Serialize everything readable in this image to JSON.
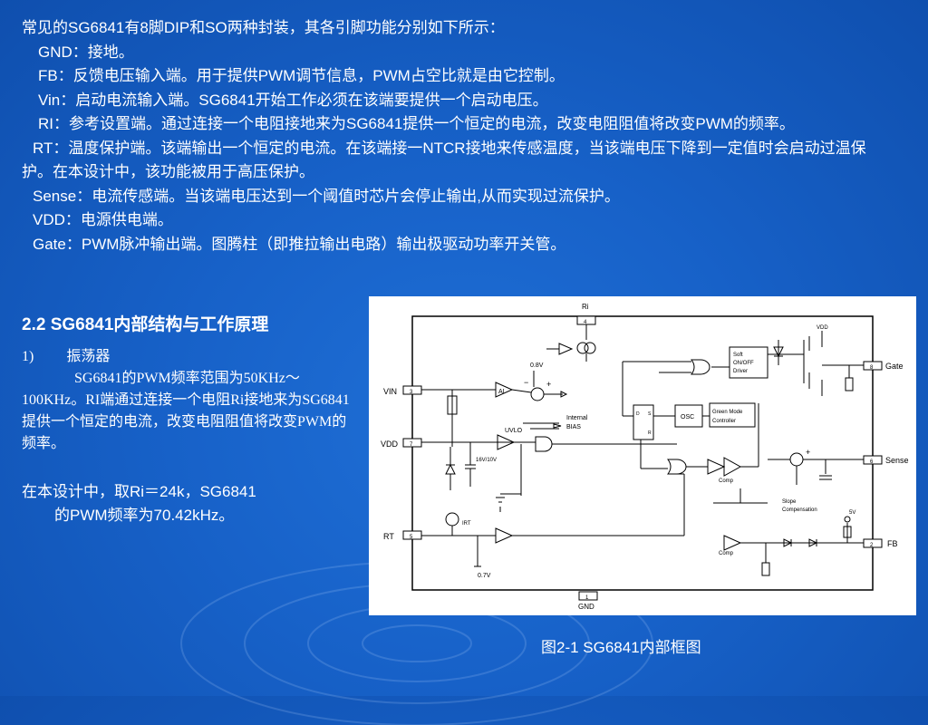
{
  "intro": {
    "line1": "常见的SG6841有8脚DIP和SO两种封装，其各引脚功能分别如下所示：",
    "gnd": "GND：接地。",
    "fb": "FB：反馈电压输入端。用于提供PWM调节信息，PWM占空比就是由它控制。",
    "vin": "Vin：启动电流输入端。SG6841开始工作必须在该端要提供一个启动电压。",
    "ri": "RI：参考设置端。通过连接一个电阻接地来为SG6841提供一个恒定的电流，改变电阻阻值将改变PWM的频率。",
    "rt": "RT：温度保护端。该端输出一个恒定的电流。在该端接一NTCR接地来传感温度，当该端电压下降到一定值时会启动过温保护。在本设计中，该功能被用于高压保护。",
    "sense": "Sense：电流传感端。当该端电压达到一个阈值时芯片会停止输出,从而实现过流保护。",
    "vdd": "VDD：电源供电端。",
    "gate": "Gate：PWM脉冲输出端。图腾柱（即推拉输出电路）输出极驱动功率开关管。"
  },
  "section": {
    "title": "2.2  SG6841内部结构与工作原理"
  },
  "oscillator": {
    "number": "1)",
    "heading": "振荡器",
    "body": "SG6841的PWM频率范围为50KHz～100KHz。RI端通过连接一个电阻Ri接地来为SG6841提供一个恒定的电流，改变电阻阻值将改变PWM的频率。"
  },
  "note": {
    "line1": "在本设计中，取Ri＝24k，SG6841",
    "line2": "的PWM频率为70.42kHz。"
  },
  "diagram": {
    "pins": {
      "ri_label": "Ri",
      "ri_num": "4",
      "vin_label": "VIN",
      "vin_num": "3",
      "vdd_label": "VDD",
      "vdd_num": "7",
      "rt_label": "RT",
      "rt_num": "5",
      "gate_label": "Gate",
      "gate_num": "8",
      "sense_label": "Sense",
      "sense_num": "6",
      "fb_label": "FB",
      "fb_num": "2",
      "gnd_label": "GND",
      "gnd_num": "1"
    },
    "labels": {
      "v08": "0.8V",
      "ai": "AI",
      "internal": "Internal",
      "bias": "BIAS",
      "uvlo": "UVLO",
      "uv": "16V/10V",
      "irt": "IRT",
      "v07": "0.7V",
      "vdd_small": "VDD",
      "soft1": "Soft",
      "soft2": "ON/OFF",
      "soft3": "Driver",
      "osc": "OSC",
      "gm1": "Green Mode",
      "gm2": "Controller",
      "ff_d": "D",
      "ff_s": "S",
      "ff_r": "R",
      "comp1": "Comp",
      "comp2": "Comp",
      "slope1": "Slope",
      "slope2": "Compensation",
      "v5": "5V",
      "minus": "−",
      "plus": "+",
      "plus2": "+"
    }
  },
  "caption": "图2-1 SG6841内部框图"
}
